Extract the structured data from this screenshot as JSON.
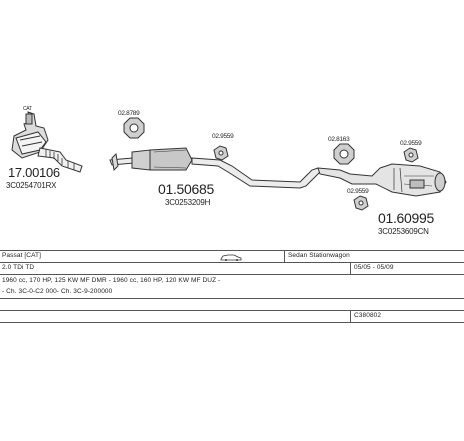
{
  "diagram": {
    "parts": [
      {
        "number": "17.00106",
        "oem": "3C0254701RX"
      },
      {
        "number": "01.50685",
        "oem": "3C0253209H"
      },
      {
        "number": "01.60995",
        "oem": "3C0253609CN"
      }
    ],
    "accessories": {
      "clamp_a": "02.8789",
      "clamp_b": "02.8163",
      "hanger_1": "02.9559",
      "hanger_2": "02.9559",
      "hanger_3": "02.9559"
    },
    "cat_tag": "CAT"
  },
  "info_table": {
    "model": "Passat [CAT]",
    "body_type": "Sedan Stationwagon",
    "engine": "2.0 TDi TD",
    "period": "05/05 - 05/09",
    "spec_line": "1960 cc, 170 HP, 125 KW MF DMR - 1960 cc, 160 HP, 120 KW MF DUZ -",
    "chassis_line": "- Ch. 3C-0-C2 000- Ch. 3C-9-200000",
    "ref_code": "C380802"
  }
}
